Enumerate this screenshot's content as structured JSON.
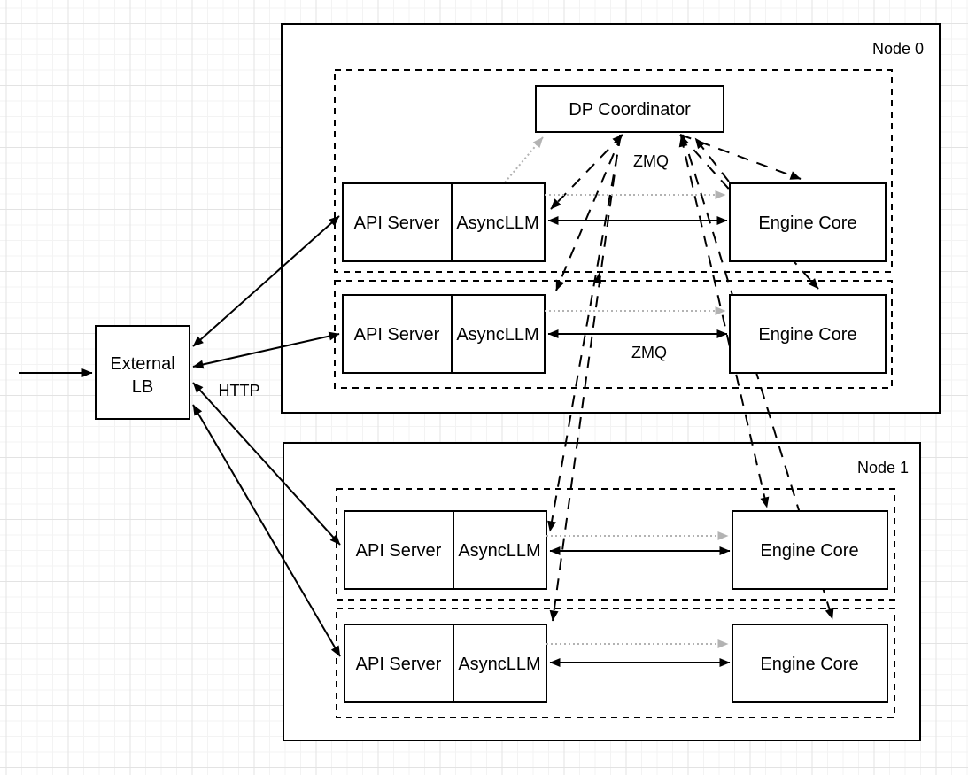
{
  "diagram": {
    "node0": {
      "label": "Node 0"
    },
    "node1": {
      "label": "Node 1"
    },
    "external_lb": {
      "line1": "External",
      "line2": "LB"
    },
    "dp_coordinator": {
      "label": "DP Coordinator"
    },
    "rows": [
      {
        "api": "API Server",
        "async_llm": "AsyncLLM",
        "engine": "Engine Core"
      },
      {
        "api": "API Server",
        "async_llm": "AsyncLLM",
        "engine": "Engine Core"
      },
      {
        "api": "API Server",
        "async_llm": "AsyncLLM",
        "engine": "Engine Core"
      },
      {
        "api": "API Server",
        "async_llm": "AsyncLLM",
        "engine": "Engine Core"
      }
    ],
    "edge_labels": {
      "zmq_coordinator": "ZMQ",
      "zmq_row2": "ZMQ",
      "http": "HTTP"
    },
    "colors": {
      "stroke": "#000000",
      "gray_arrow": "#b3b3b3",
      "box_fill": "#ffffff"
    }
  }
}
